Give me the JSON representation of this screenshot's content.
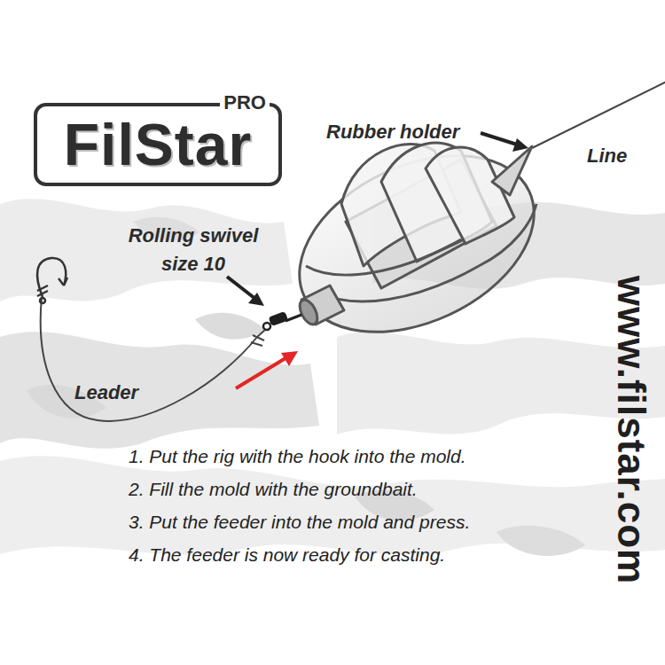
{
  "diagram": {
    "nodes": [
      {
        "text": [
          "FilStar",
          "PRO"
        ]
      }
    ],
    "labels": [
      "Rubber holder",
      "Line",
      "Rolling swivel size 10",
      "Leader",
      "1. Put the rig with the hook into the mold.",
      "2. Fill the mold with the groundbait.",
      "3. Put the feeder into the mold and press.",
      "4. The feeder is now ready for casting.",
      "www.filstar.com"
    ]
  }
}
